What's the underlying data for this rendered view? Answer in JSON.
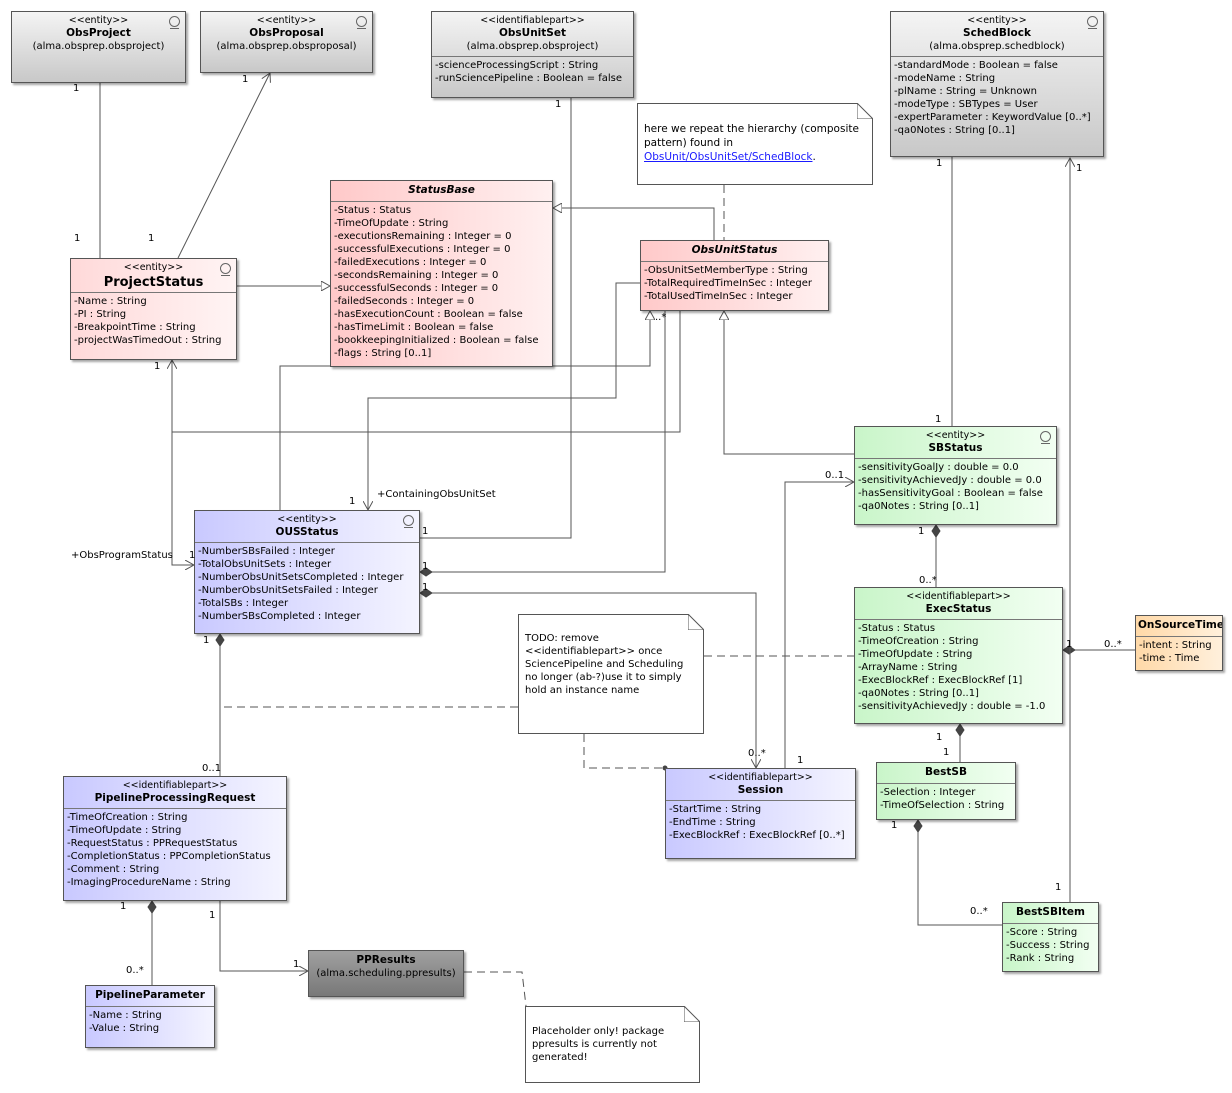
{
  "classes": {
    "obsproject": {
      "stereotype": "<<entity>>",
      "name": "ObsProject",
      "package": "(alma.obsprep.obsproject)",
      "attrs": []
    },
    "obsproposal": {
      "stereotype": "<<entity>>",
      "name": "ObsProposal",
      "package": "(alma.obsprep.obsproposal)",
      "attrs": []
    },
    "obsunitset": {
      "stereotype": "<<identifiablepart>>",
      "name": "ObsUnitSet",
      "package": "(alma.obsprep.obsproject)",
      "attrs": [
        "-scienceProcessingScript : String",
        "-runSciencePipeline : Boolean = false"
      ]
    },
    "schedblock": {
      "stereotype": "<<entity>>",
      "name": "SchedBlock",
      "package": "(alma.obsprep.schedblock)",
      "attrs": [
        "-standardMode : Boolean = false",
        "-modeName : String",
        "-plName : String = Unknown",
        "-modeType : SBTypes = User",
        "-expertParameter : KeywordValue [0..*]",
        "-qa0Notes : String [0..1]"
      ]
    },
    "statusbase": {
      "name": "StatusBase",
      "attrs": [
        "-Status : Status",
        "-TimeOfUpdate : String",
        "-executionsRemaining : Integer = 0",
        "-successfulExecutions : Integer = 0",
        "-failedExecutions : Integer = 0",
        "-secondsRemaining : Integer = 0",
        "-successfulSeconds : Integer = 0",
        "-failedSeconds : Integer = 0",
        "-hasExecutionCount : Boolean = false",
        "-hasTimeLimit : Boolean = false",
        "-bookkeepingInitialized : Boolean = false",
        "-flags : String [0..1]"
      ]
    },
    "projectstatus": {
      "stereotype": "<<entity>>",
      "name": "ProjectStatus",
      "attrs": [
        "-Name : String",
        "-PI : String",
        "-BreakpointTime : String",
        "-projectWasTimedOut : String"
      ]
    },
    "obsunitstatus": {
      "name": "ObsUnitStatus",
      "attrs": [
        "-ObsUnitSetMemberType : String",
        "-TotalRequiredTimeInSec : Integer",
        "-TotalUsedTimeInSec : Integer"
      ]
    },
    "sbstatus": {
      "stereotype": "<<entity>>",
      "name": "SBStatus",
      "attrs": [
        "-sensitivityGoalJy : double = 0.0",
        "-sensitivityAchievedJy : double = 0.0",
        "-hasSensitivityGoal : Boolean = false",
        "-qa0Notes : String [0..1]"
      ]
    },
    "ousstatus": {
      "stereotype": "<<entity>>",
      "name": "OUSStatus",
      "attrs": [
        "-NumberSBsFailed : Integer",
        "-TotalObsUnitSets : Integer",
        "-NumberObsUnitSetsCompleted : Integer",
        "-NumberObsUnitSetsFailed : Integer",
        "-TotalSBs : Integer",
        "-NumberSBsCompleted : Integer"
      ]
    },
    "execstatus": {
      "stereotype": "<<identifiablepart>>",
      "name": "ExecStatus",
      "attrs": [
        "-Status : Status",
        "-TimeOfCreation : String",
        "-TimeOfUpdate : String",
        "-ArrayName : String",
        "-ExecBlockRef : ExecBlockRef [1]",
        "-qa0Notes : String [0..1]",
        "-sensitivityAchievedJy : double = -1.0"
      ]
    },
    "onsourcetime": {
      "name": "OnSourceTime",
      "attrs": [
        "-intent : String",
        "-time : Time"
      ]
    },
    "bestsb": {
      "name": "BestSB",
      "attrs": [
        "-Selection : Integer",
        "-TimeOfSelection : String"
      ]
    },
    "session": {
      "stereotype": "<<identifiablepart>>",
      "name": "Session",
      "attrs": [
        "-StartTime : String",
        "-EndTime : String",
        "-ExecBlockRef : ExecBlockRef [0..*]"
      ]
    },
    "ppr": {
      "stereotype": "<<identifiablepart>>",
      "name": "PipelineProcessingRequest",
      "attrs": [
        "-TimeOfCreation : String",
        "-TimeOfUpdate : String",
        "-RequestStatus : PPRequestStatus",
        "-CompletionStatus : PPCompletionStatus",
        "-Comment : String",
        "-ImagingProcedureName : String"
      ]
    },
    "bestsbitem": {
      "name": "BestSBItem",
      "attrs": [
        "-Score : String",
        "-Success : String",
        "-Rank : String"
      ]
    },
    "ppresults": {
      "name": "PPResults",
      "package": "(alma.scheduling.ppresults)",
      "attrs": []
    },
    "pipelineparameter": {
      "name": "PipelineParameter",
      "attrs": [
        "-Name : String",
        "-Value : String"
      ]
    }
  },
  "notes": {
    "hierarchy": {
      "text": "here we repeat the hierarchy (composite pattern) found in",
      "link": "ObsUnit/ObsUnitSet/SchedBlock",
      "tail": "."
    },
    "todo": {
      "text": "TODO: remove <<identifiablepart>> once SciencePipeline and Scheduling no longer (ab-?)use it to simply hold an instance name"
    },
    "placeholder": {
      "text": "Placeholder only! package ppresults is currently not generated!"
    }
  },
  "multiplicities": {
    "one": "1",
    "zero_one": "0..1",
    "zero_many": "0..*",
    "dots_many": "..*"
  },
  "roles": {
    "containing": "+ContainingObsUnitSet",
    "program": "+ObsProgramStatus"
  },
  "colors": {
    "gray": "#d0d0d0",
    "red": "#ffd9d9",
    "blue": "#c9c9ff",
    "green": "#c9f5c9",
    "orange": "#ffd9a8",
    "dark": "#888888"
  }
}
